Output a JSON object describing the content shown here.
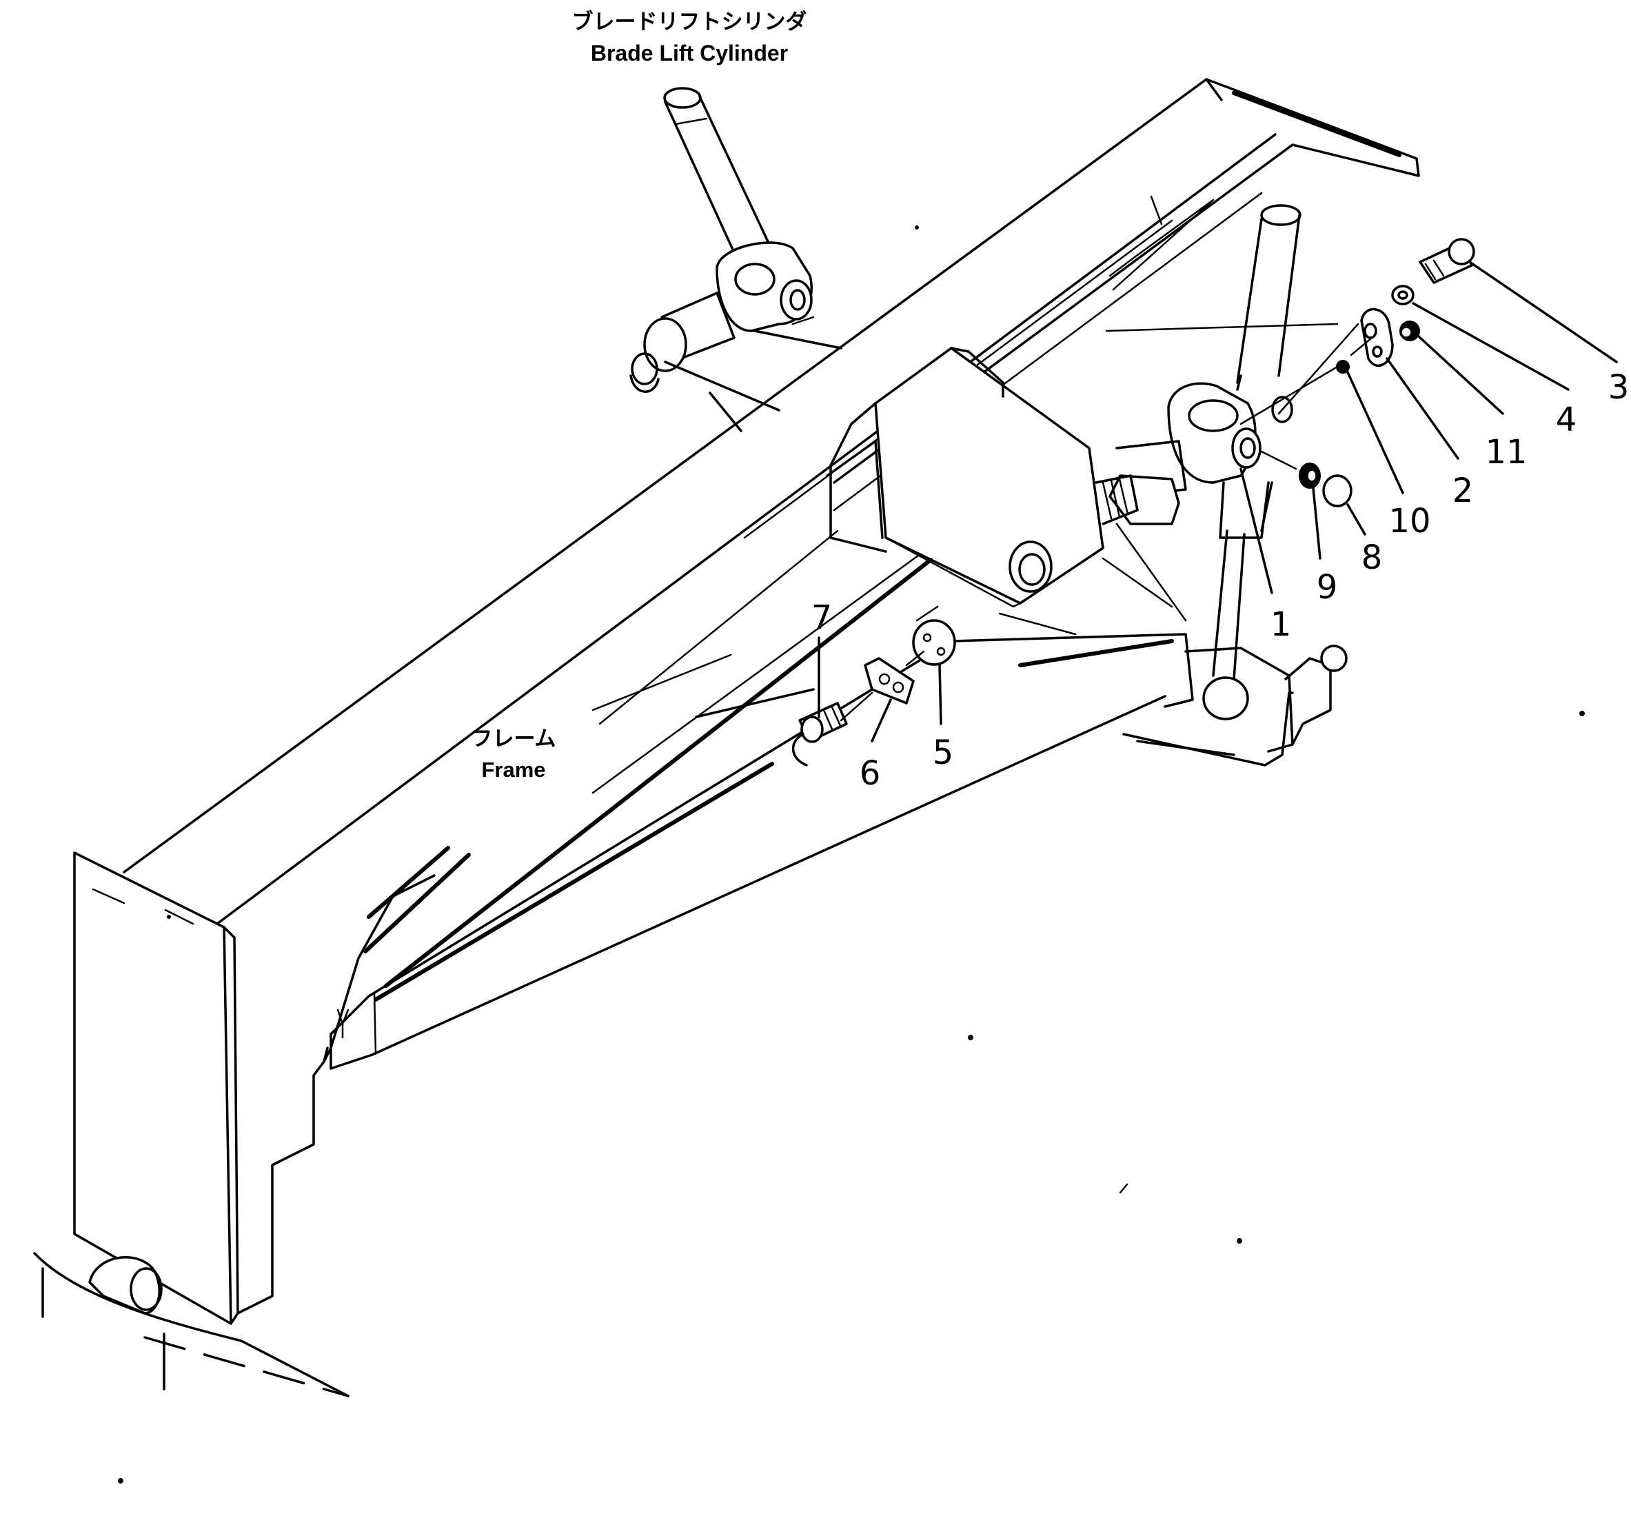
{
  "labels": {
    "cylinder_jp": "ブレードリフトシリンダ",
    "cylinder_en": "Brade Lift Cylinder",
    "frame_jp": "フレーム",
    "frame_en": "Frame"
  },
  "callouts": [
    "1",
    "2",
    "3",
    "4",
    "5",
    "6",
    "7",
    "8",
    "9",
    "10",
    "11"
  ]
}
